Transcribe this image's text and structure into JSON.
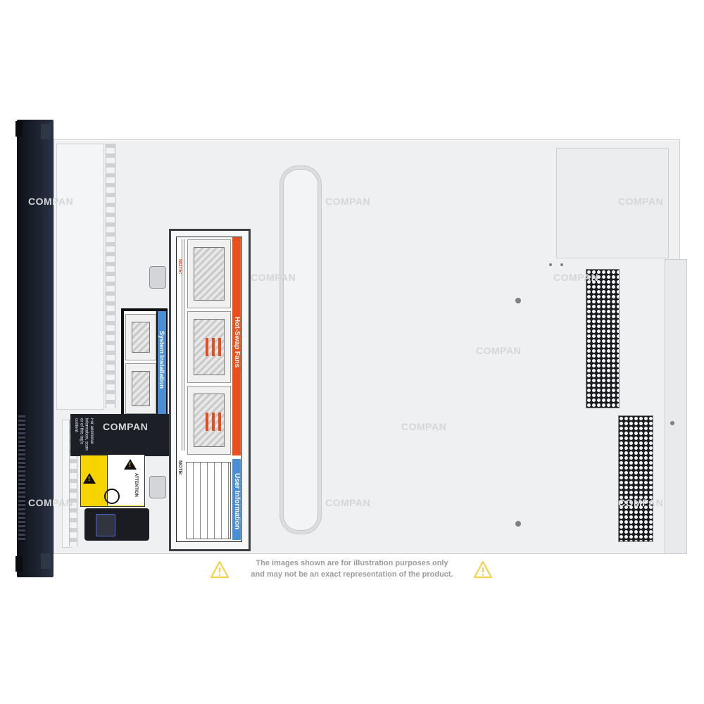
{
  "image": {
    "subject": "server-chassis-top-view",
    "colors": {
      "chassis": "#eff0f1",
      "bezel": "#1c2230",
      "label_orange": "#e8501c",
      "label_blue": "#4a8fd6",
      "warning_yellow": "#f5d400",
      "disclaimer_icon": "#f2d24a"
    }
  },
  "labels": {
    "hot_swap_title": "Hot-Swap Fans",
    "hot_swap_note": "NOTE:",
    "system_install_title": "System Installation",
    "user_info_title": "User Information",
    "user_info_note": "NOTE:",
    "info_tag_text": "For additional information, scan or of this tag's content",
    "attention_text": "ATTENTION"
  },
  "watermark": {
    "text": "COMPAN"
  },
  "disclaimer": {
    "line1": "The images shown are for illustration purposes only",
    "line2": "and may not be an exact representation of the product.",
    "icon": "warning-triangle-icon"
  }
}
